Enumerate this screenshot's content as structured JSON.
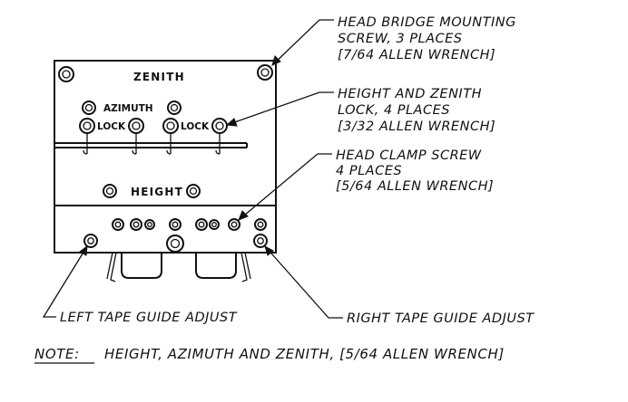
{
  "plate_labels": {
    "zenith": "ZENITH",
    "azimuth": "AZIMUTH",
    "lock_left": "LOCK",
    "lock_right": "LOCK",
    "height": "HEIGHT"
  },
  "callouts": {
    "head_bridge": [
      "HEAD BRIDGE MOUNTING",
      "SCREW, 3 PLACES",
      "[7/64 ALLEN WRENCH]"
    ],
    "height_zenith_lock": [
      "HEIGHT AND ZENITH",
      "LOCK, 4 PLACES",
      "[3/32 ALLEN WRENCH]"
    ],
    "head_clamp": [
      "HEAD CLAMP SCREW",
      "4 PLACES",
      "[5/64 ALLEN WRENCH]"
    ],
    "left_guide": "LEFT TAPE GUIDE ADJUST",
    "right_guide": "RIGHT TAPE GUIDE ADJUST"
  },
  "note": {
    "prefix": "NOTE:",
    "text": "HEIGHT, AZIMUTH AND ZENITH, [5/64 ALLEN WRENCH]"
  }
}
